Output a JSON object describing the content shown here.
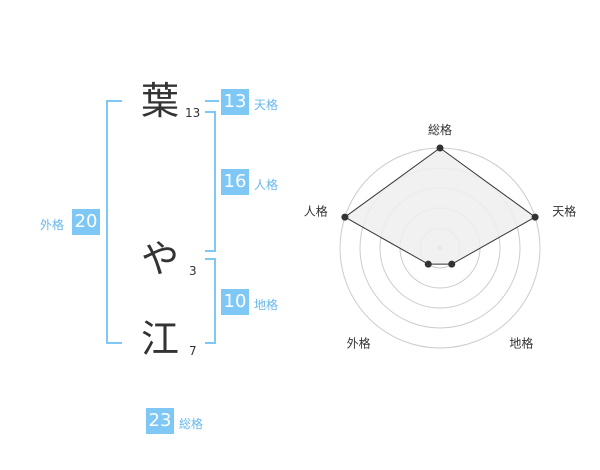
{
  "name": {
    "chars": [
      {
        "char": "葉",
        "strokes": "13"
      },
      {
        "char": "や",
        "strokes": "3"
      },
      {
        "char": "江",
        "strokes": "7"
      }
    ]
  },
  "fortune": {
    "tenkaku": {
      "value": "13",
      "label": "天格"
    },
    "jinkaku": {
      "value": "16",
      "label": "人格"
    },
    "chikaku": {
      "value": "10",
      "label": "地格"
    },
    "gaikaku": {
      "value": "20",
      "label": "外格"
    },
    "soukaku": {
      "value": "23",
      "label": "総格"
    }
  },
  "chart_data": {
    "type": "radar",
    "axes": [
      "総格",
      "天格",
      "地格",
      "外格",
      "人格"
    ],
    "values": [
      5,
      5,
      1,
      1,
      5
    ],
    "max": 5,
    "rings": 5,
    "colors": {
      "fill": "#efefef",
      "line": "#333333",
      "point": "#333333",
      "ring": "#cccccc"
    }
  }
}
